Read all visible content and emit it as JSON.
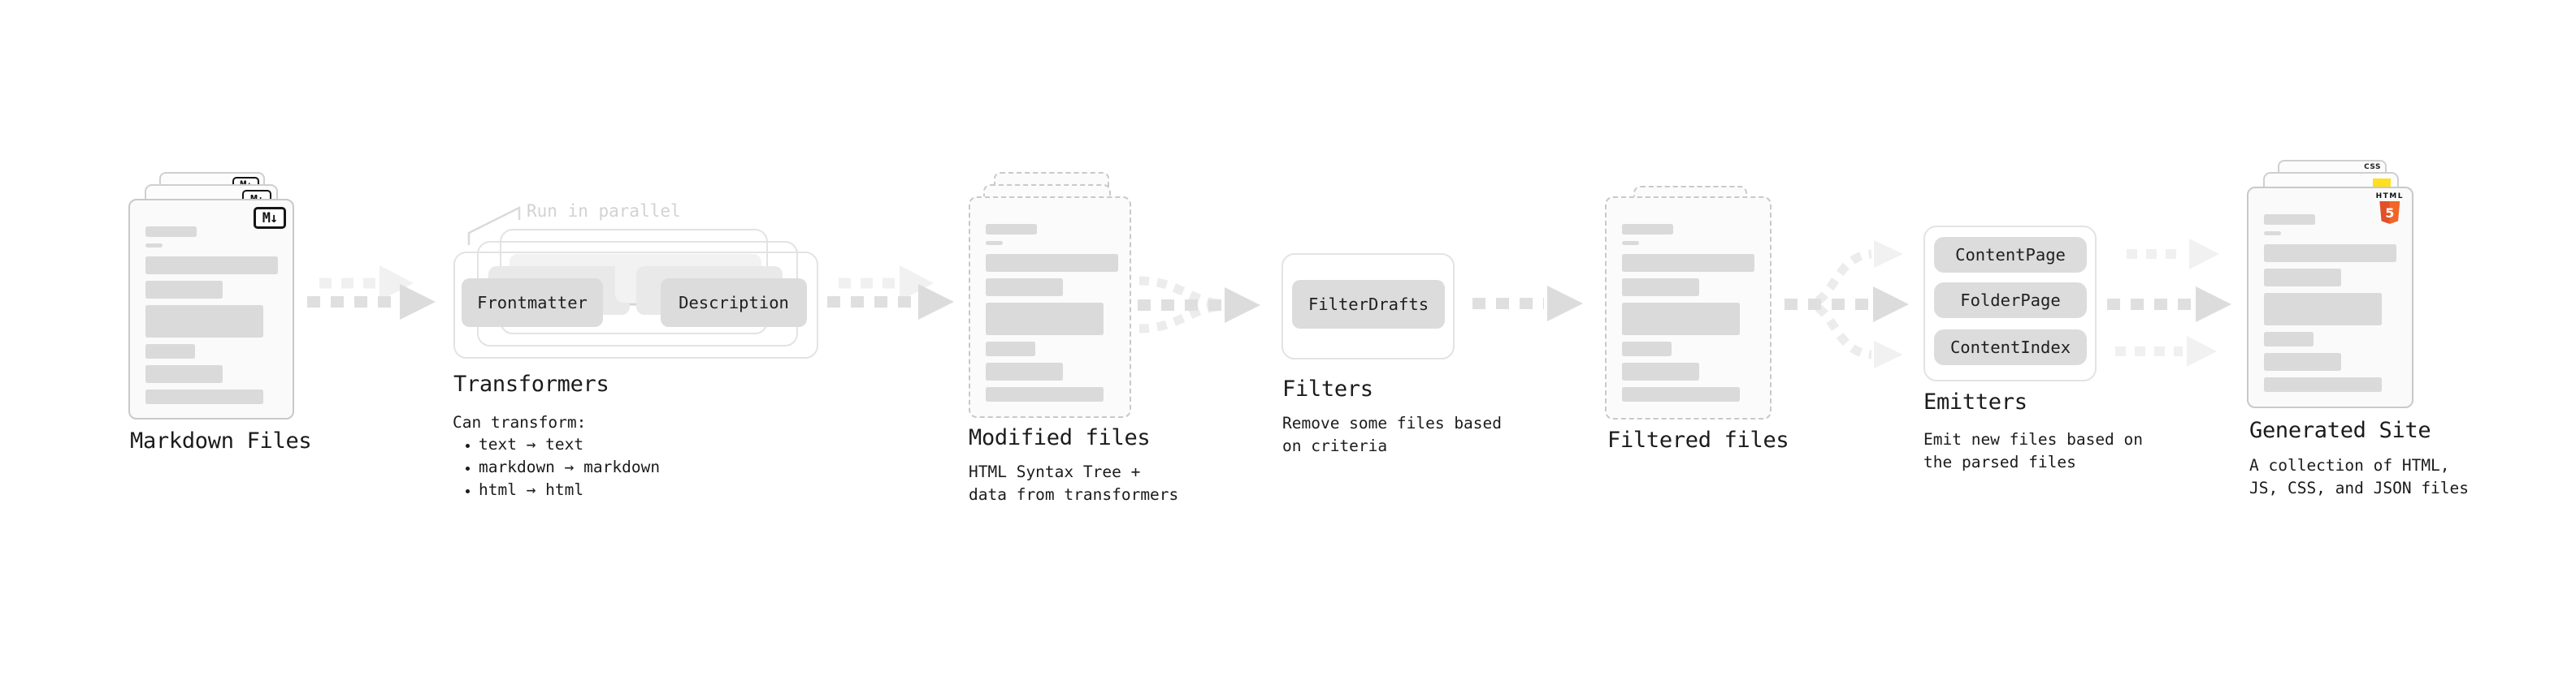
{
  "diagram": {
    "markdown_files": {
      "label": "Markdown Files",
      "badge": "M↓"
    },
    "transformers": {
      "note": "Run in parallel",
      "step_frontmatter": "Frontmatter",
      "step_description": "Description",
      "label": "Transformers",
      "desc_heading": "Can transform:",
      "bullets": [
        "text → text",
        "markdown → markdown",
        "html → html"
      ]
    },
    "modified_files": {
      "label": "Modified files",
      "desc": [
        "HTML Syntax Tree +",
        "data from transformers"
      ]
    },
    "filters": {
      "step": "FilterDrafts",
      "label": "Filters",
      "desc": [
        "Remove some files based",
        "on criteria"
      ]
    },
    "filtered_files": {
      "label": "Filtered files"
    },
    "emitters": {
      "steps": [
        "ContentPage",
        "FolderPage",
        "ContentIndex"
      ],
      "label": "Emitters",
      "desc": [
        "Emit new files based on",
        "the parsed files"
      ]
    },
    "generated_site": {
      "label": "Generated Site",
      "desc": [
        "A collection of HTML,",
        "JS, CSS, and JSON files"
      ],
      "badges": {
        "html_label": "HTML",
        "html_number": "5",
        "css_label": "CSS"
      }
    }
  },
  "colors": {
    "html5_orange": "#e34f26",
    "html5_orange_light": "#f16529",
    "js_yellow": "#ffdf1e",
    "css_blue": "#2965f1",
    "doc_border": "#c9c9c9",
    "bar_gray": "#dadada",
    "pill_gray": "#dcdcdc",
    "arrow_gray": "#dcdcdc",
    "arrow_light": "#f0f0f0",
    "note_gray": "#d2d2d2"
  }
}
